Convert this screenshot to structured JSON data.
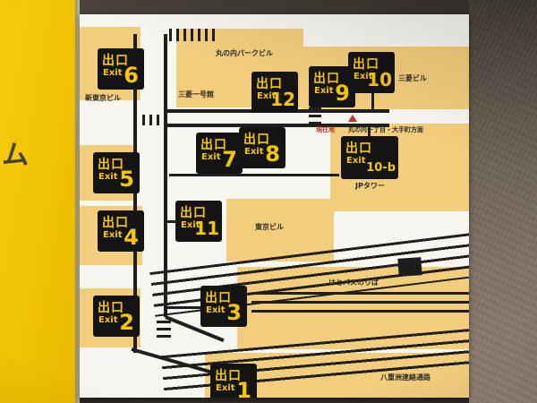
{
  "photo": {
    "side_text": "ム"
  },
  "map": {
    "exits": {
      "e1": {
        "kanji": "出口",
        "en": "Exit",
        "num": "1"
      },
      "e2": {
        "kanji": "出口",
        "en": "Exit",
        "num": "2"
      },
      "e3": {
        "kanji": "出口",
        "en": "Exit",
        "num": "3"
      },
      "e4": {
        "kanji": "出口",
        "en": "Exit",
        "num": "4"
      },
      "e5": {
        "kanji": "出口",
        "en": "Exit",
        "num": "5"
      },
      "e6": {
        "kanji": "出口",
        "en": "Exit",
        "num": "6"
      },
      "e7": {
        "kanji": "出口",
        "en": "Exit",
        "num": "7"
      },
      "e8": {
        "kanji": "出口",
        "en": "Exit",
        "num": "8"
      },
      "e9": {
        "kanji": "出口",
        "en": "Exit",
        "num": "9"
      },
      "e10": {
        "kanji": "出口",
        "en": "Exit",
        "num": "10"
      },
      "e10b": {
        "kanji": "出口",
        "en": "Exit",
        "num": "10-b"
      },
      "e11": {
        "kanji": "出口",
        "en": "Exit",
        "num": "11"
      },
      "e12": {
        "kanji": "出口",
        "en": "Exit",
        "num": "12"
      }
    },
    "labels": {
      "park_building": "丸の内パークビル",
      "mitsubishi_building": "三菱ビル",
      "shin_tokyo_building": "新東京ビル",
      "mitsubishi_ichigokan": "三菱一号館",
      "direction_sign": "丸の内一丁目・大手町方面",
      "current_location": "現在地",
      "jp_tower": "JPタワー",
      "tokyo_building": "東京ビル",
      "hato_bus": "はとバスのりば",
      "yaesu_passage": "八重洲連絡通路"
    },
    "colors": {
      "panel_yellow": "#f2c40a",
      "building_yellow": "#f1cd7c",
      "exit_box_black": "#141414",
      "exit_text_yellow": "#f6c700",
      "current_location_red": "#cc3322"
    }
  }
}
